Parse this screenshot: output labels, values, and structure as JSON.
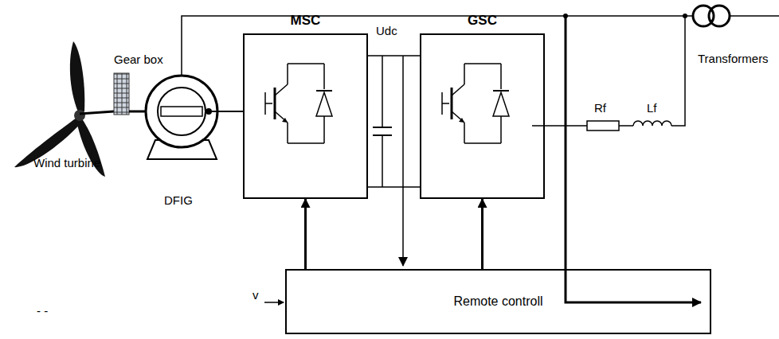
{
  "diagram": {
    "nodes": [
      {
        "text": [
          "MSC"
        ]
      },
      {
        "text": [
          "GSC"
        ]
      },
      {
        "text": [
          "Remote controll"
        ]
      }
    ],
    "edges": [
      {
        "from": 2,
        "to": 0,
        "arrow": "to"
      },
      {
        "from": 2,
        "to": 1,
        "arrow": "to"
      },
      {
        "from": 0,
        "to": 1,
        "arrow": "none"
      },
      {
        "from": 0,
        "to": 1,
        "arrow": "none"
      }
    ],
    "labels": [
      "Udc",
      "Gear box",
      "Wind turbine",
      "DFIG",
      "Rf",
      "Lf",
      "Transformers",
      "v",
      "- -"
    ]
  }
}
